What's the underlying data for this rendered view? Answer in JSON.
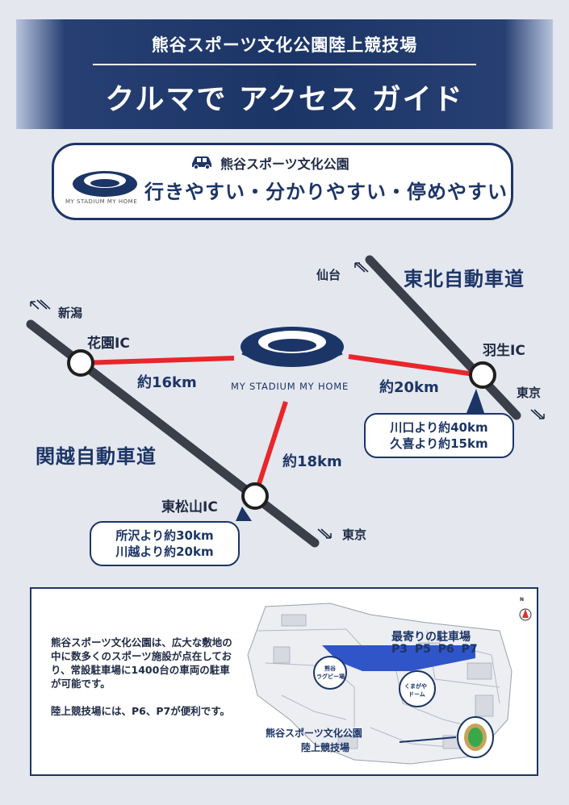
{
  "header": {
    "subtitle": "熊谷スポーツ文化公園陸上競技場",
    "title": "クルマで アクセス ガイド"
  },
  "slogan": {
    "logo_text": "MY STADIUM MY HOME",
    "park_name": "熊谷スポーツ文化公園",
    "tagline": "行きやすい・分かりやすい・停めやすい"
  },
  "map": {
    "center_logo_text": "MY STADIUM MY HOME",
    "roads": {
      "kanetsu": "関越自動車道",
      "tohoku": "東北自動車道"
    },
    "interchanges": {
      "hanazono": "花園IC",
      "higashimatsuyama": "東松山IC",
      "hanyu": "羽生IC"
    },
    "distances": {
      "hanazono": "約16km",
      "higashimatsuyama": "約18km",
      "hanyu": "約20km"
    },
    "directions": {
      "niigata": "新潟",
      "sendai": "仙台",
      "tokyo_kanetsu": "東京",
      "tokyo_tohoku": "東京"
    },
    "bubbles": {
      "kanetsu_line1": "所沢より約30km",
      "kanetsu_line2": "川越より約20km",
      "tohoku_line1": "川口より約40km",
      "tohoku_line2": "久喜より約15km"
    }
  },
  "info": {
    "paragraph1": "熊谷スポーツ文化公園は、広大な敷地の中に数多くのスポーツ施設が点在しており、常設駐車場に1400台の車両の駐車が可能です。",
    "paragraph2": "陸上競技場には、P6、P7が便利です。",
    "mini_map": {
      "north_label": "N",
      "parking_title": "最寄りの駐車場",
      "parking_list": "P3 P5 P6 P7",
      "rugby_label_1": "熊谷",
      "rugby_label_2": "ラグビー場",
      "dome_label_1": "くまがや",
      "dome_label_2": "ドーム",
      "stadium_label_1": "熊谷スポーツ文化公園",
      "stadium_label_2": "陸上競技場"
    }
  },
  "colors": {
    "navy": "#1c3567",
    "road": "#3b3f4a",
    "connector": "#e8262b",
    "background": "#e4e7ee",
    "parking_highlight": "#2f55c9"
  }
}
